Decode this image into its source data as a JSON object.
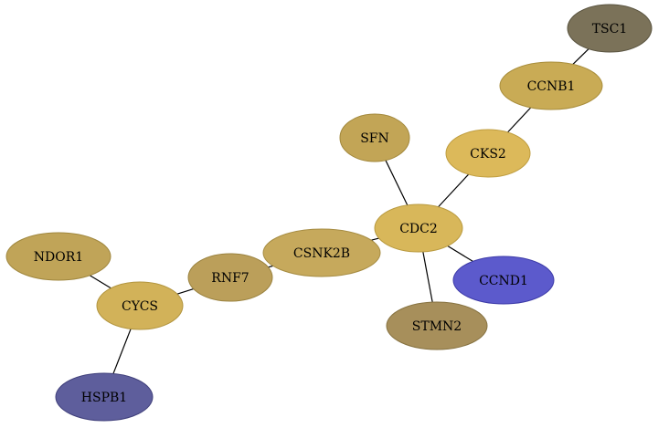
{
  "nodes": [
    {
      "id": "TSC1",
      "label": "TSC1",
      "fill": "#7b7259",
      "stroke": "#5a5440"
    },
    {
      "id": "CCNB1",
      "label": "CCNB1",
      "fill": "#c9ab55",
      "stroke": "#a98e3c"
    },
    {
      "id": "SFN",
      "label": "SFN",
      "fill": "#c2a556",
      "stroke": "#a2883c"
    },
    {
      "id": "CKS2",
      "label": "CKS2",
      "fill": "#dcb95a",
      "stroke": "#bf9d3f"
    },
    {
      "id": "CDC2",
      "label": "CDC2",
      "fill": "#d8b75a",
      "stroke": "#b99a3f"
    },
    {
      "id": "NDOR1",
      "label": "NDOR1",
      "fill": "#c0a458",
      "stroke": "#a0873e"
    },
    {
      "id": "CSNK2B",
      "label": "CSNK2B",
      "fill": "#c6a95c",
      "stroke": "#a68c42"
    },
    {
      "id": "RNF7",
      "label": "RNF7",
      "fill": "#bb9f5a",
      "stroke": "#9b8340"
    },
    {
      "id": "CCND1",
      "label": "CCND1",
      "fill": "#5c5acc",
      "stroke": "#3d3ba8"
    },
    {
      "id": "CYCS",
      "label": "CYCS",
      "fill": "#d2b259",
      "stroke": "#b2953f"
    },
    {
      "id": "STMN2",
      "label": "STMN2",
      "fill": "#a78f5b",
      "stroke": "#877342"
    },
    {
      "id": "HSPB1",
      "label": "HSPB1",
      "fill": "#5e5e9c",
      "stroke": "#41417c"
    }
  ],
  "edges": [
    [
      "TSC1",
      "CCNB1"
    ],
    [
      "CCNB1",
      "CKS2"
    ],
    [
      "CKS2",
      "CDC2"
    ],
    [
      "SFN",
      "CDC2"
    ],
    [
      "CDC2",
      "CSNK2B"
    ],
    [
      "CDC2",
      "CCND1"
    ],
    [
      "CDC2",
      "STMN2"
    ],
    [
      "CSNK2B",
      "RNF7"
    ],
    [
      "RNF7",
      "CYCS"
    ],
    [
      "NDOR1",
      "CYCS"
    ],
    [
      "CYCS",
      "HSPB1"
    ]
  ]
}
